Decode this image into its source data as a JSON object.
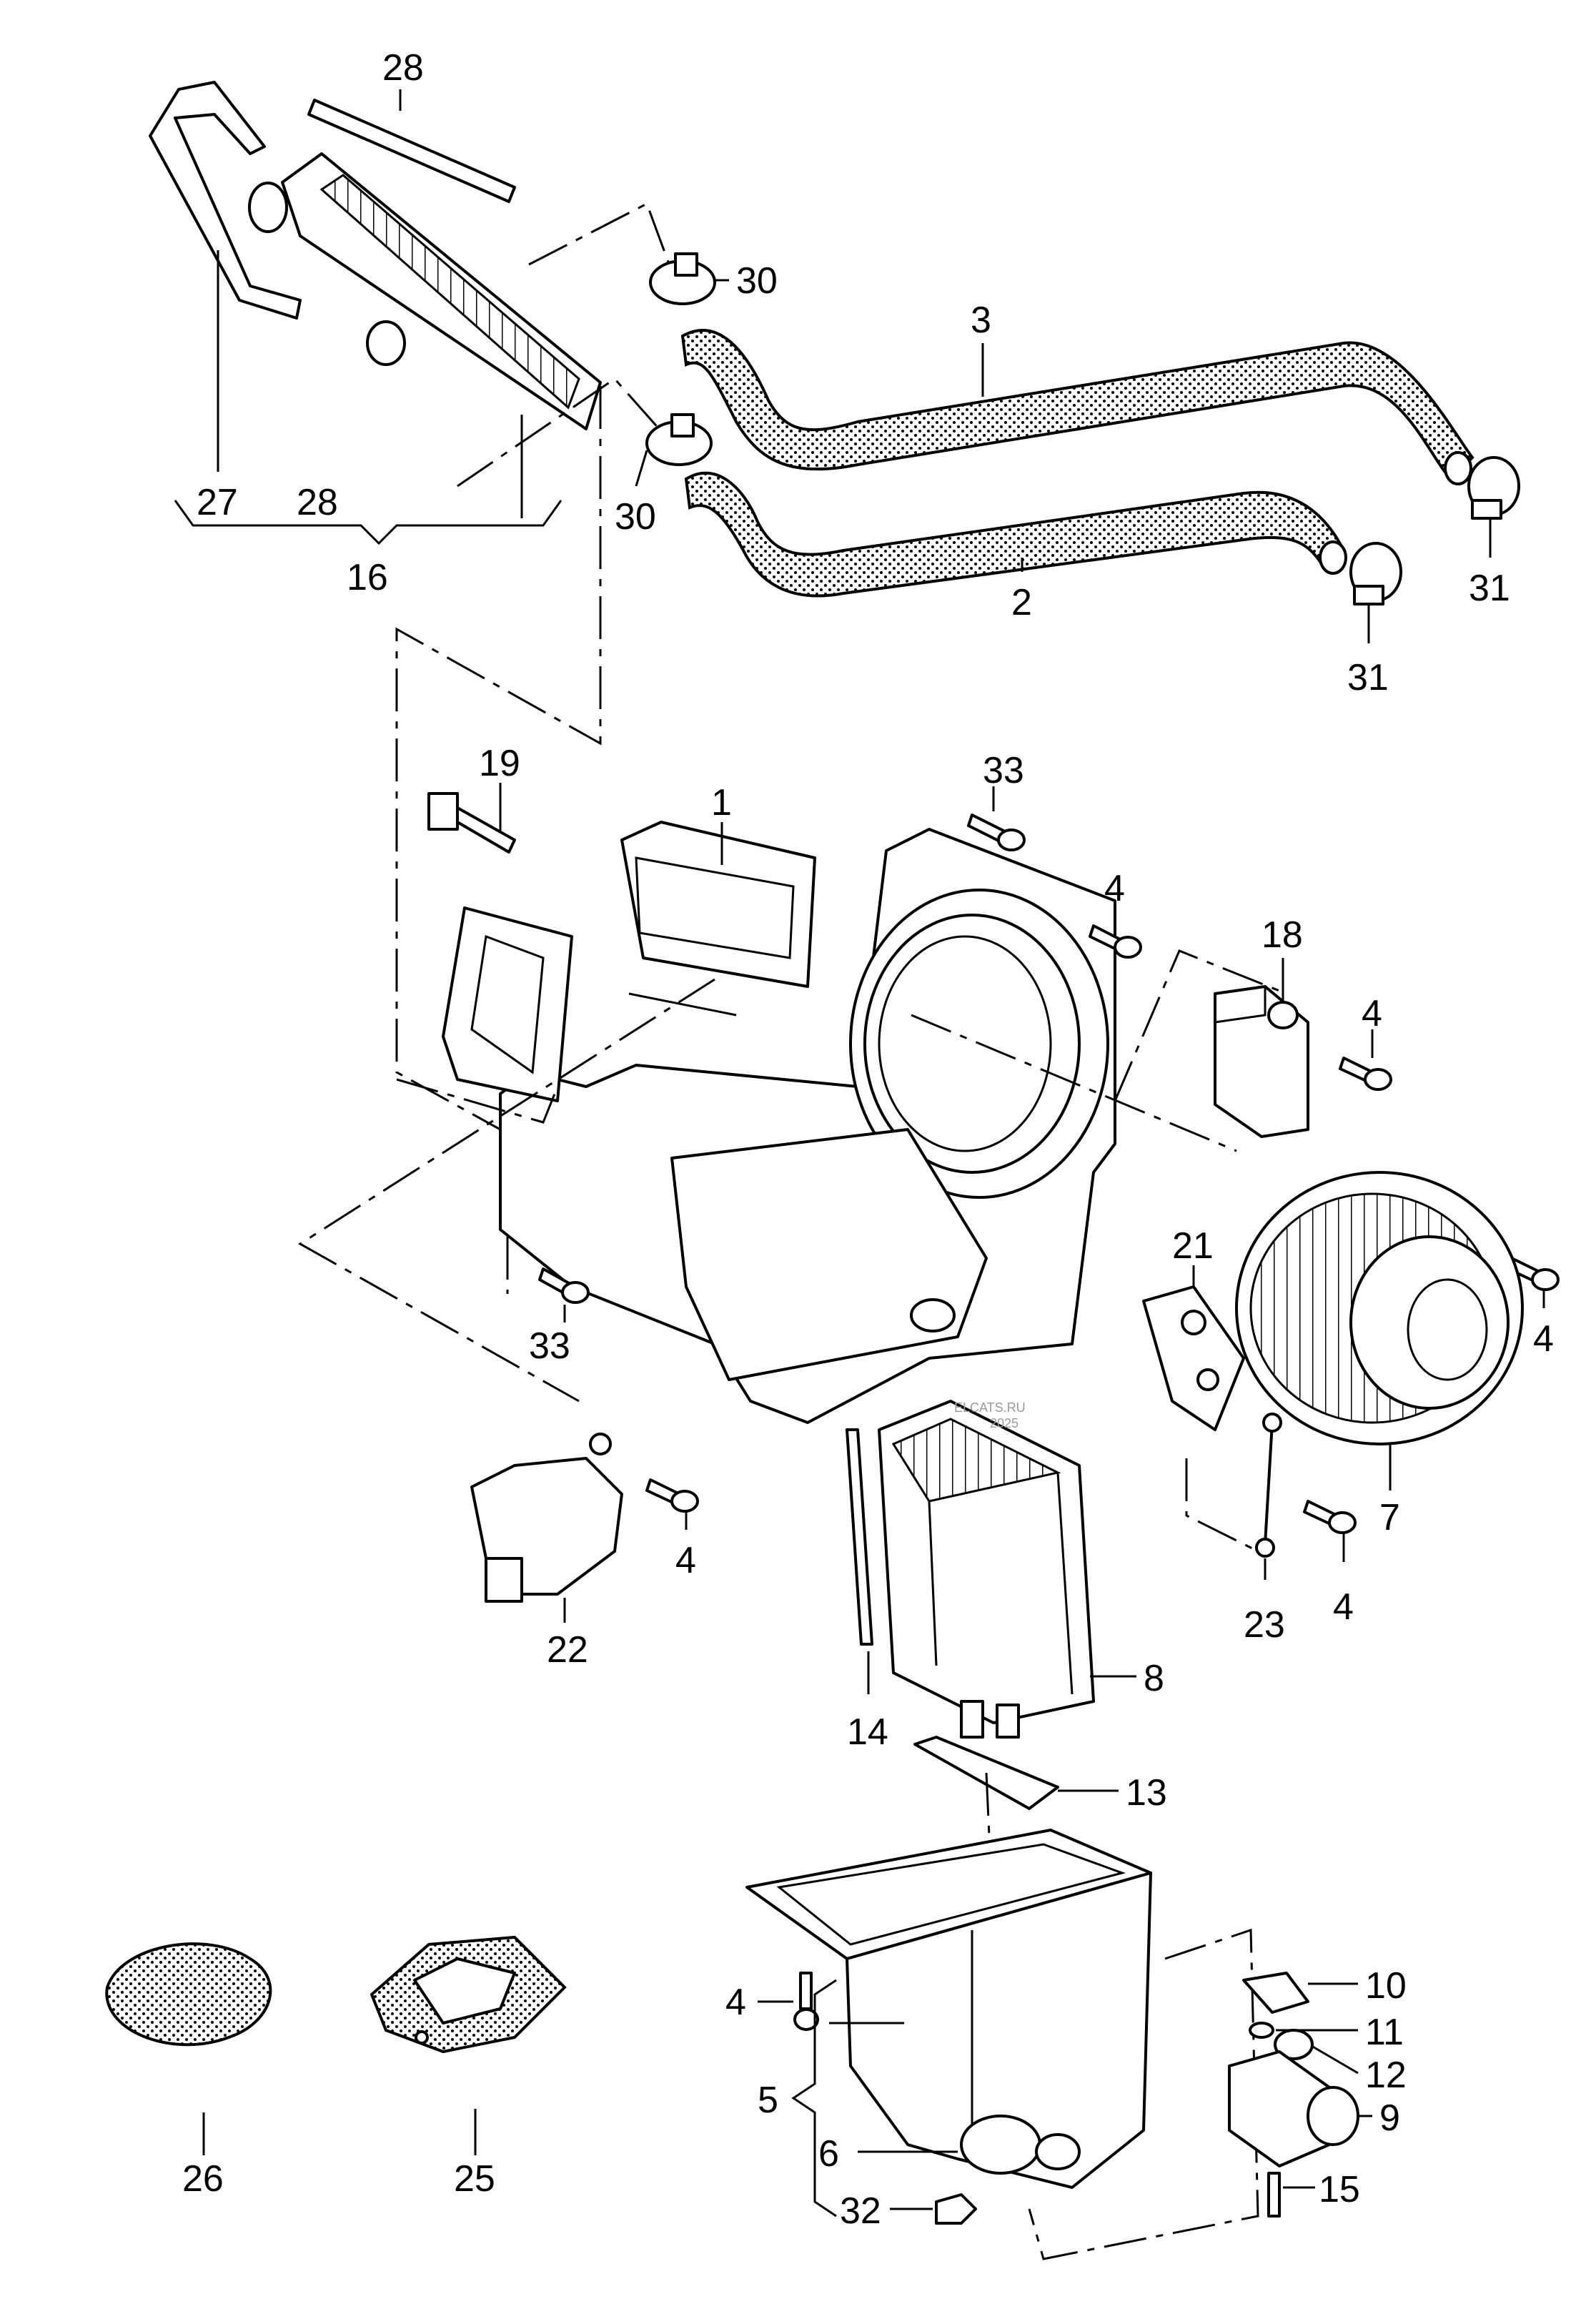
{
  "watermark": {
    "line1": "ELCATS.RU",
    "line2": "2025"
  },
  "callouts": [
    {
      "id": "c28a",
      "text": "28"
    },
    {
      "id": "c30a",
      "text": "30"
    },
    {
      "id": "c3",
      "text": "3"
    },
    {
      "id": "c30b",
      "text": "30"
    },
    {
      "id": "c27",
      "text": "27"
    },
    {
      "id": "c28b",
      "text": "28"
    },
    {
      "id": "c16",
      "text": "16"
    },
    {
      "id": "c2",
      "text": "2"
    },
    {
      "id": "c31a",
      "text": "31"
    },
    {
      "id": "c31b",
      "text": "31"
    },
    {
      "id": "c19",
      "text": "19"
    },
    {
      "id": "c1",
      "text": "1"
    },
    {
      "id": "c33a",
      "text": "33"
    },
    {
      "id": "c4a",
      "text": "4"
    },
    {
      "id": "c18",
      "text": "18"
    },
    {
      "id": "c4b",
      "text": "4"
    },
    {
      "id": "c21",
      "text": "21"
    },
    {
      "id": "c4c",
      "text": "4"
    },
    {
      "id": "c33b",
      "text": "33"
    },
    {
      "id": "c7",
      "text": "7"
    },
    {
      "id": "c4d",
      "text": "4"
    },
    {
      "id": "c22",
      "text": "22"
    },
    {
      "id": "c23",
      "text": "23"
    },
    {
      "id": "c4e",
      "text": "4"
    },
    {
      "id": "c14",
      "text": "14"
    },
    {
      "id": "c8",
      "text": "8"
    },
    {
      "id": "c13",
      "text": "13"
    },
    {
      "id": "c10",
      "text": "10"
    },
    {
      "id": "c4f",
      "text": "4"
    },
    {
      "id": "c11",
      "text": "11"
    },
    {
      "id": "c12",
      "text": "12"
    },
    {
      "id": "c9",
      "text": "9"
    },
    {
      "id": "c5",
      "text": "5"
    },
    {
      "id": "c6",
      "text": "6"
    },
    {
      "id": "c15",
      "text": "15"
    },
    {
      "id": "c32",
      "text": "32"
    },
    {
      "id": "c26",
      "text": "26"
    },
    {
      "id": "c25",
      "text": "25"
    }
  ]
}
